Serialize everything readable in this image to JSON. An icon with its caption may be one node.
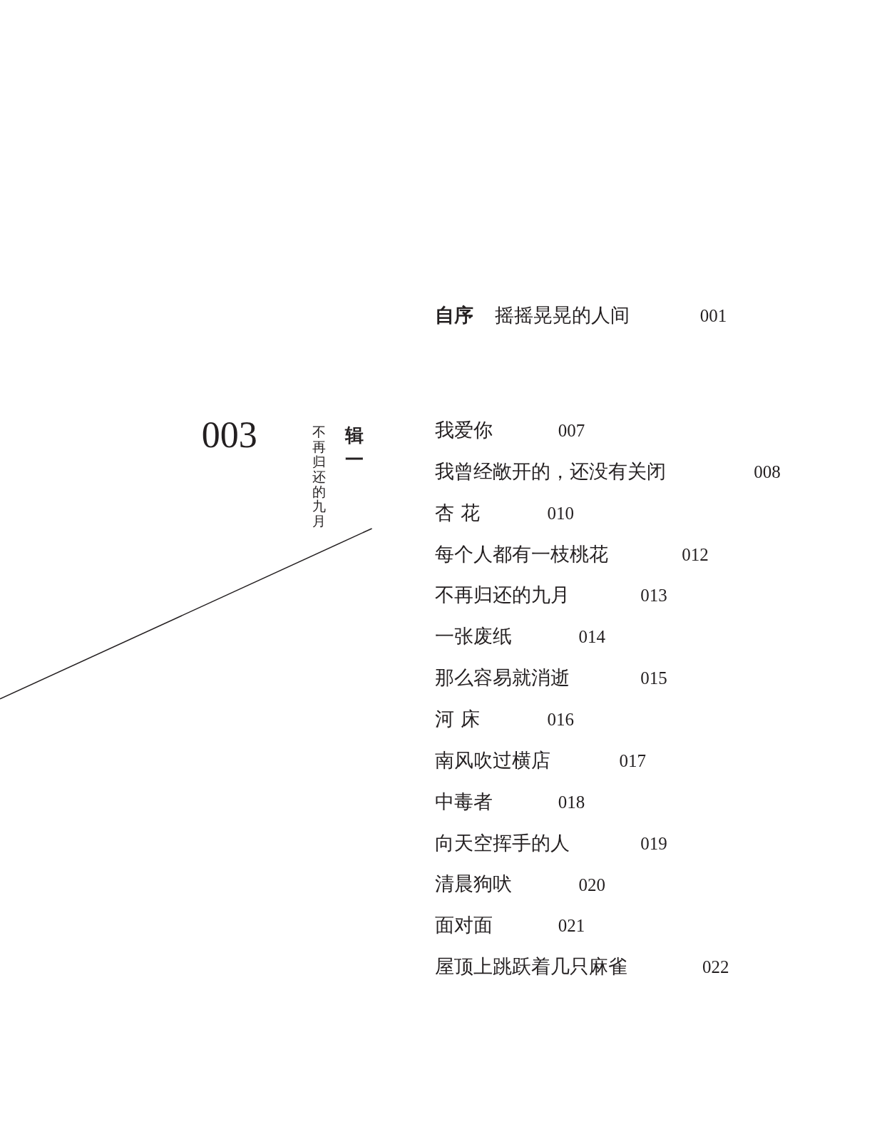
{
  "diagram": {
    "labels": [
      "自序",
      "摇摇晃晃的人间",
      "001",
      "003",
      "辑一",
      "不再归还的九月",
      "我爱你",
      "007",
      "我曾经敞开的，还没有关闭",
      "008",
      "杏 花",
      "010",
      "每个人都有一枝桃花",
      "012",
      "不再归还的九月",
      "013",
      "一张废纸",
      "014",
      "那么容易就消逝",
      "015",
      "河 床",
      "016",
      "南风吹过横店",
      "017",
      "中毒者",
      "018",
      "向天空挥手的人",
      "019",
      "清晨狗吠",
      "020",
      "面对面",
      "021",
      "屋顶上跳跃着几只麻雀",
      "022"
    ]
  }
}
